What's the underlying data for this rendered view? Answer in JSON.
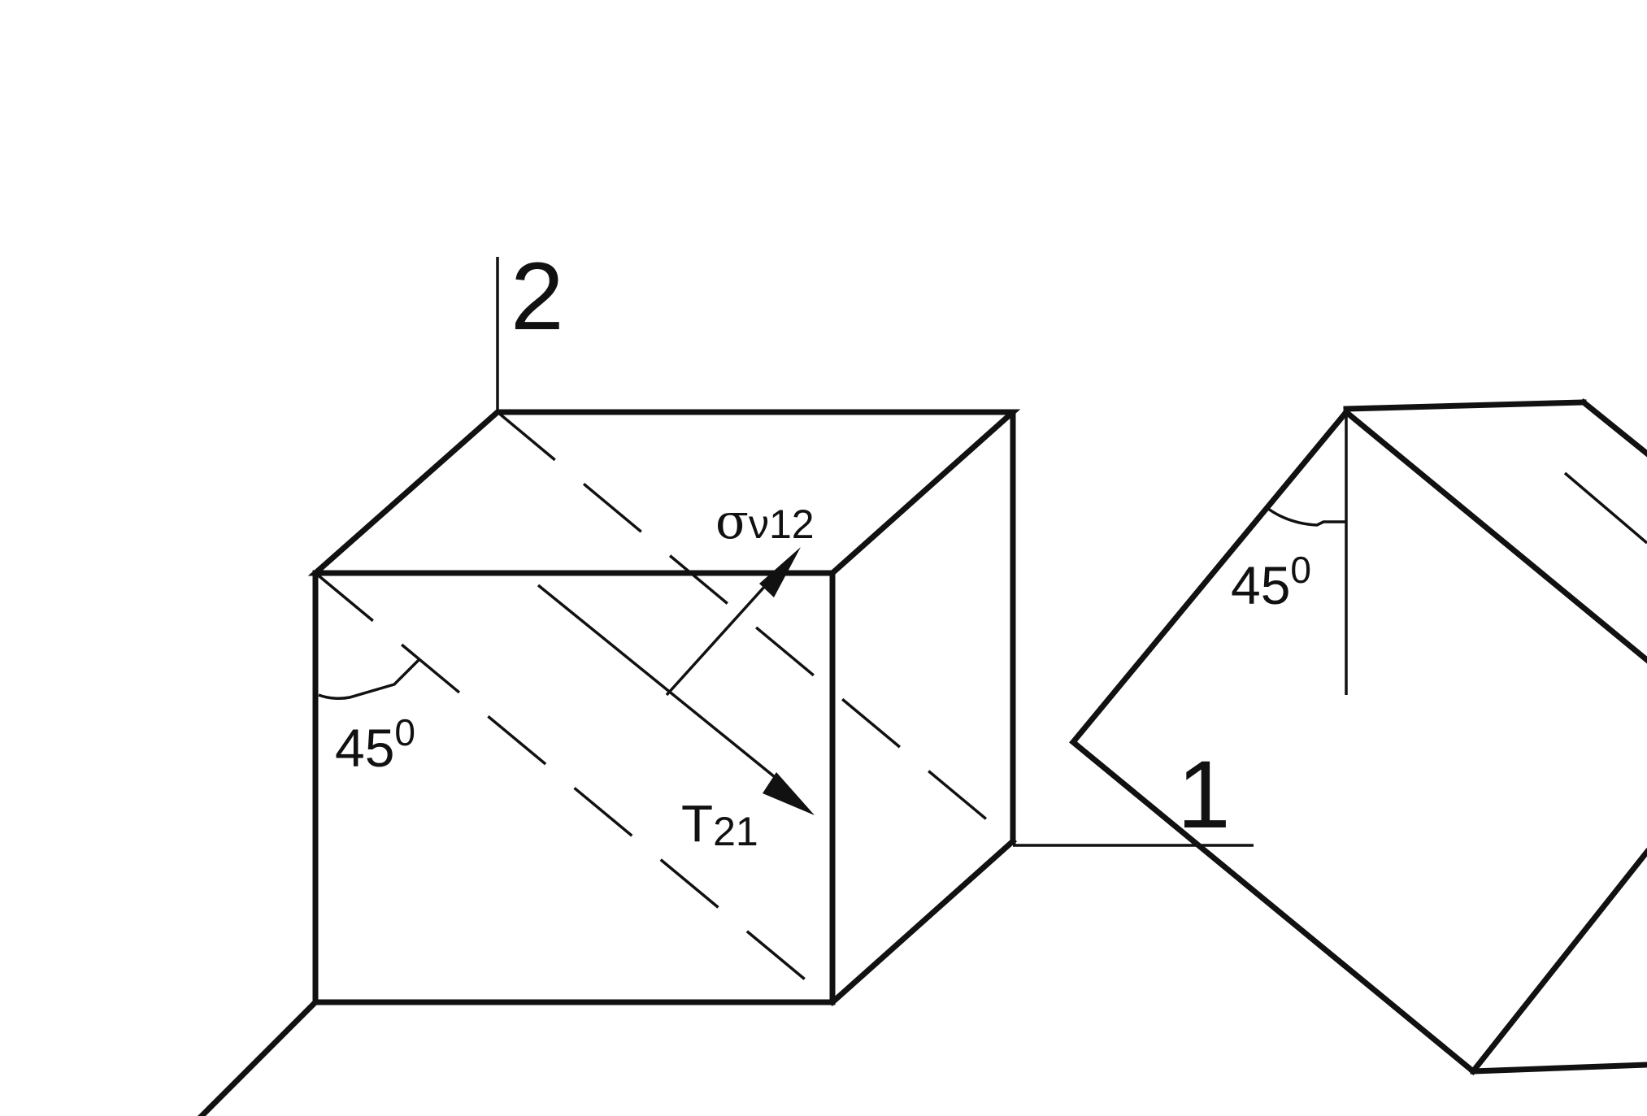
{
  "diagram": {
    "axis_2_label": "2",
    "axis_1_label": "1",
    "angle_label_left": {
      "value": "45",
      "superscript": "0"
    },
    "angle_label_right": {
      "value": "45",
      "superscript": "0"
    },
    "normal_stress_label": {
      "symbol": "σ",
      "subscript": "ν12"
    },
    "shear_stress_label": {
      "symbol": "T",
      "subscript": "21"
    }
  }
}
